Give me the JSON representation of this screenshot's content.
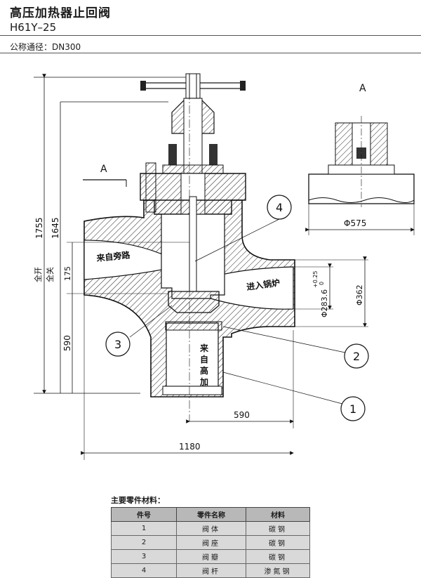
{
  "header": {
    "title": "高压加热器止回阀",
    "model": "H61Y–25",
    "nominal": "公称通径：DN300"
  },
  "drawing": {
    "view_label_main": "A",
    "view_label_side": "A",
    "dims": {
      "total_height": "1755",
      "inner_height": "1645",
      "stroke": "175",
      "stroke_open": "全开",
      "stroke_closed": "全关",
      "lower_height": "590",
      "right_offset": "590",
      "total_width": "1180",
      "flange_dia": "Φ575",
      "bore_dia": "Φ283.6",
      "bore_tol_upper": "+0.25",
      "bore_tol_lower": "0",
      "outer_dia": "Φ362"
    },
    "flow_labels": {
      "from_bypass": "来自旁路",
      "to_boiler": "进入锅炉",
      "from_heater": "来自高加"
    },
    "balloons": [
      "1",
      "2",
      "3",
      "4"
    ]
  },
  "parts_table": {
    "caption": "主要零件材料：",
    "headers": [
      "件号",
      "零件名称",
      "材料"
    ],
    "rows": [
      [
        "1",
        "阀体",
        "碳钢"
      ],
      [
        "2",
        "阀座",
        "碳钢"
      ],
      [
        "3",
        "阀瓣",
        "碳钢"
      ],
      [
        "4",
        "阀杆",
        "渗氮钢"
      ]
    ]
  }
}
